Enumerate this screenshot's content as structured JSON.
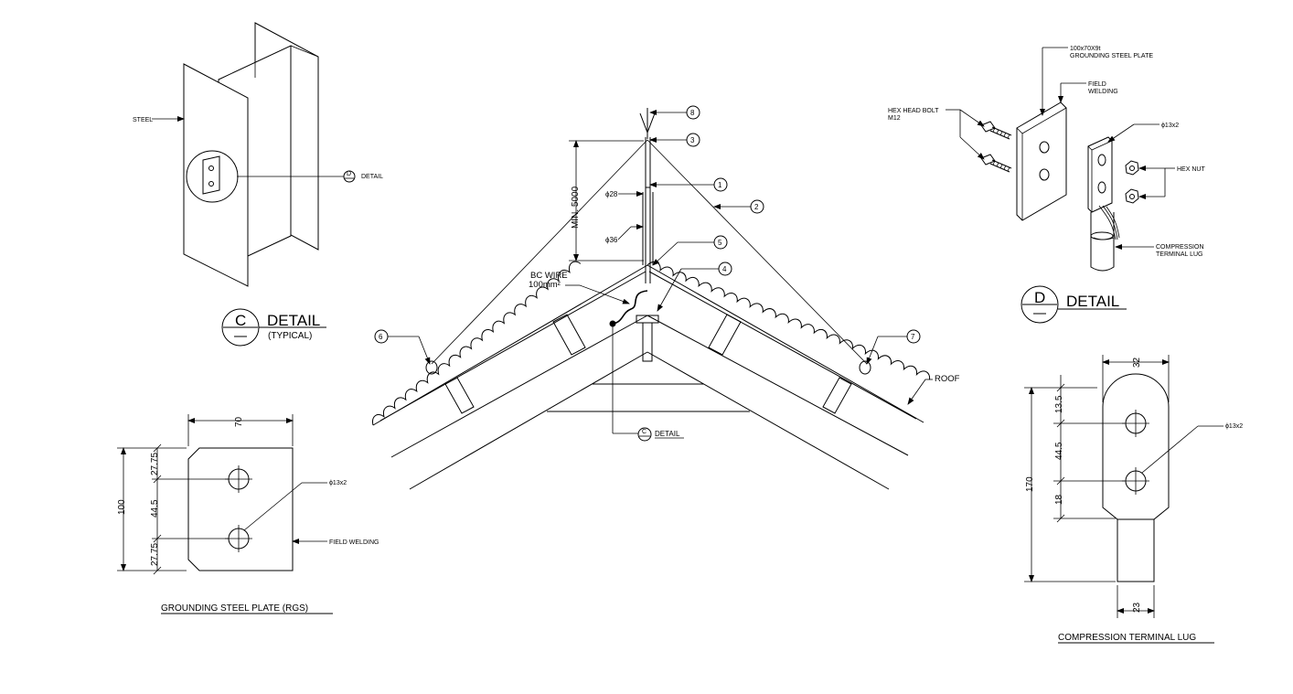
{
  "detail_c": {
    "steel_label": "STEEL",
    "callout_letter": "D",
    "callout_text": "DETAIL",
    "title_letter": "C",
    "title": "DETAIL",
    "subtitle": "(TYPICAL)"
  },
  "plate": {
    "title": "GROUNDING STEEL PLATE (RGS)",
    "dim_width": "70",
    "dim_height": "100",
    "dim_top": "27.75",
    "dim_mid": "44.5",
    "dim_bottom": "27.75",
    "hole_label": "ϕ13x2",
    "weld_label": "FIELD WELDING"
  },
  "roof": {
    "markers": [
      "1",
      "2",
      "3",
      "4",
      "5",
      "6",
      "7",
      "8"
    ],
    "min_label": "MIN. 5000",
    "dia1": "ϕ28",
    "dia2": "ϕ36",
    "wire_label": "BC WIRE",
    "wire_size": "100mm²",
    "roof_label": "ROOF",
    "callout_letter": "C",
    "callout_text": "DETAIL"
  },
  "detail_d": {
    "plate_label_1": "100x70X9t",
    "plate_label_2": "GROUNDING STEEL PLATE",
    "weld_label_1": "FIELD",
    "weld_label_2": "WELDING",
    "bolt_label_1": "HEX HEAD BOLT",
    "bolt_label_2": "M12",
    "hole_label": "ϕ13x2",
    "nut_label": "HEX NUT",
    "lug_label_1": "COMPRESSION",
    "lug_label_2": "TERMINAL LUG",
    "title_letter": "D",
    "title": "DETAIL"
  },
  "lug": {
    "title": "COMPRESSION TERMINAL LUG",
    "dim_width": "32",
    "dim_height": "170",
    "dim_a": "13.5",
    "dim_b": "44.5",
    "dim_c": "18",
    "dim_barrel": "23",
    "hole_label": "ϕ13x2"
  }
}
